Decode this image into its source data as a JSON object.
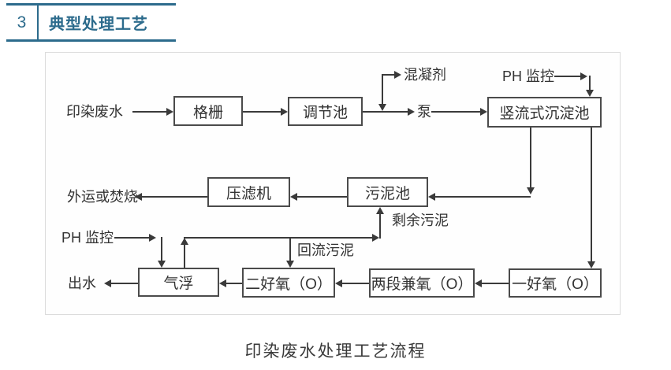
{
  "header": {
    "number": "3",
    "title": "典型处理工艺"
  },
  "caption": "印染废水处理工艺流程",
  "colors": {
    "accent": "#2c6b8c",
    "line": "#3a3a3a",
    "box_border": "#4b4b4b",
    "frame_border": "#dcdcdc"
  },
  "flowchart": {
    "boxes": [
      {
        "id": "screen",
        "label": "格栅"
      },
      {
        "id": "regulating-tank",
        "label": "调节池"
      },
      {
        "id": "vertical-settler",
        "label": "竖流式沉淀池"
      },
      {
        "id": "filter-press",
        "label": "压滤机"
      },
      {
        "id": "sludge-tank",
        "label": "污泥池"
      },
      {
        "id": "air-flotation",
        "label": "气浮"
      },
      {
        "id": "second-aerobic",
        "label": "二好氧（O）"
      },
      {
        "id": "two-stage-facultative",
        "label": "两段兼氧（O）"
      },
      {
        "id": "first-aerobic",
        "label": "一好氧（O）"
      }
    ],
    "labels": [
      {
        "id": "influent",
        "text": "印染废水"
      },
      {
        "id": "coagulant",
        "text": "混凝剂"
      },
      {
        "id": "pump",
        "text": "泵"
      },
      {
        "id": "ph-monitor-top",
        "text": "PH 监控"
      },
      {
        "id": "disposal",
        "text": "外运或焚烧"
      },
      {
        "id": "excess-sludge",
        "text": "剩余污泥"
      },
      {
        "id": "ph-monitor-bottom",
        "text": "PH 监控"
      },
      {
        "id": "return-sludge",
        "text": "回流污泥"
      },
      {
        "id": "effluent",
        "text": "出水"
      }
    ],
    "edges": [
      "印染废水 → 格栅",
      "格栅 → 调节池",
      "调节池 → 泵（混凝剂投加点）",
      "泵 → 竖流式沉淀池",
      "PH 监控 → 竖流式沉淀池",
      "竖流式沉淀池 → 污泥池",
      "竖流式沉淀池 → 一好氧（O）",
      "污泥池 → 压滤机",
      "压滤机 → 外运或焚烧",
      "一好氧（O） → 两段兼氧（O）",
      "两段兼氧（O） → 二好氧（O）",
      "二好氧（O） → 气浮",
      "气浮 → 出水",
      "PH 监控 → 气浮",
      "气浮 → 回流污泥 → 二好氧（O）",
      "气浮 → 剩余污泥 → 污泥池"
    ]
  }
}
